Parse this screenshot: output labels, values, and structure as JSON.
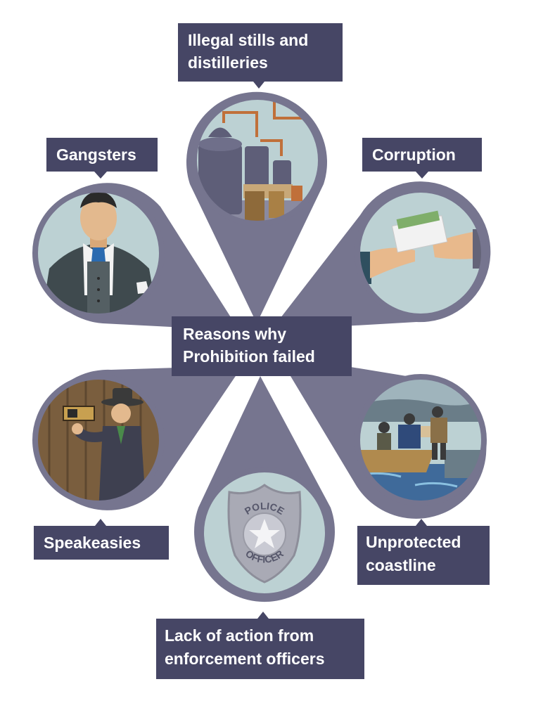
{
  "diagram": {
    "center_label": [
      "Reasons why",
      "Prohibition failed"
    ],
    "reasons": [
      {
        "id": "stills",
        "label": [
          "Illegal stills and",
          "distilleries"
        ],
        "icon": "distillery-icon"
      },
      {
        "id": "corruption",
        "label": [
          "Corruption"
        ],
        "icon": "bribe-handshake-icon"
      },
      {
        "id": "coastline",
        "label": [
          "Unprotected",
          "coastline"
        ],
        "icon": "smuggling-boat-icon"
      },
      {
        "id": "enforcement",
        "label": [
          "Lack of action from",
          "enforcement officers"
        ],
        "icon": "police-badge-icon"
      },
      {
        "id": "speakeasies",
        "label": [
          "Speakeasies"
        ],
        "icon": "speakeasy-door-icon"
      },
      {
        "id": "gangsters",
        "label": [
          "Gangsters"
        ],
        "icon": "gangster-icon"
      }
    ],
    "badge_text": {
      "top": "POLICE",
      "bottom": "OFFICER"
    },
    "colors": {
      "petal": "#76758f",
      "label_bg": "#464665",
      "circle_fill": "#bcd1d3",
      "circle_ring": "#76758f"
    }
  }
}
